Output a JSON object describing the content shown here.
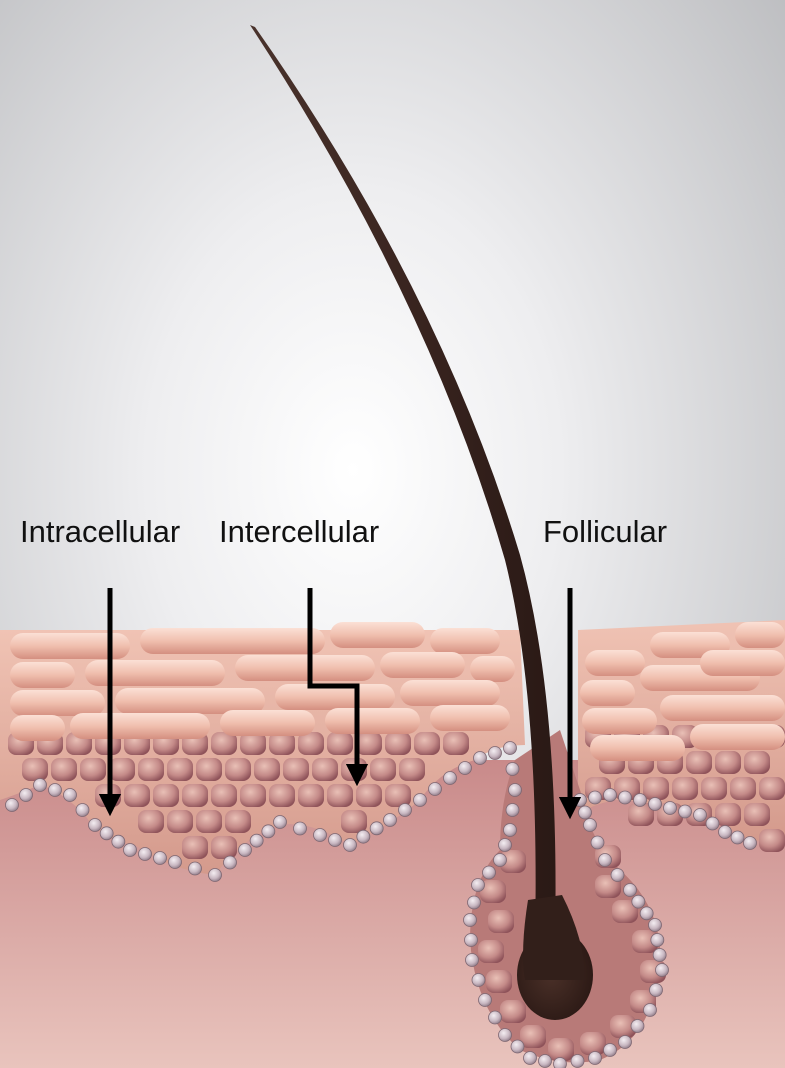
{
  "diagram": {
    "labels": {
      "intracellular": "Intracellular",
      "intercellular": "Intercellular",
      "follicular": "Follicular"
    },
    "colors": {
      "background_center": "#ffffff",
      "background_edge": "#b9babd",
      "dermis_top": "#c98a8a",
      "dermis_bottom": "#e9c4bd",
      "corneocyte_light": "#f6d3c6",
      "corneocyte_dark": "#d69686",
      "epidermal_cell_light": "#e3b6ac",
      "epidermal_cell_dark": "#9c5c62",
      "basal_bead": "#c8b6c0",
      "hair_shaft": "#3a2520",
      "arrow": "#000000"
    }
  }
}
